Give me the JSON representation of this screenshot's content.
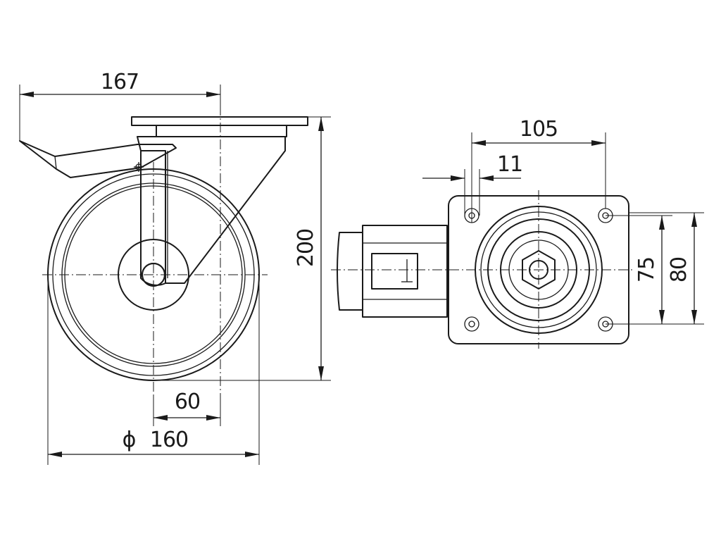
{
  "dimensions": {
    "overall_length": "167",
    "total_height": "200",
    "offset": "60",
    "wheel_diameter_symbol": "ϕ",
    "wheel_diameter": "160",
    "plate_width": "105",
    "bolt_hole": "11",
    "hole_spacing": "75",
    "plate_height": "80"
  }
}
